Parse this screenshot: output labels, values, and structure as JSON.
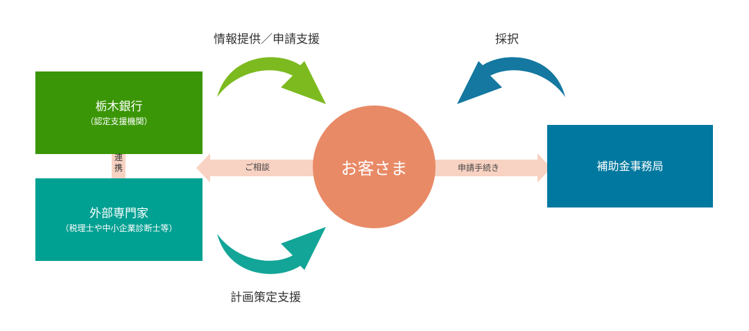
{
  "labels": {
    "info_support": "情報提供／申請支援",
    "adoption": "採択",
    "plan_support": "計画策定支援",
    "consult": "ご相談",
    "application": "申請手続き",
    "link": "連携"
  },
  "nodes": {
    "bank": {
      "title": "栃木銀行",
      "sub": "（認定支援機関）"
    },
    "expert": {
      "title": "外部専門家",
      "sub": "（税理士や中小企業診断士等）"
    },
    "customer": {
      "title": "お客さま"
    },
    "office": {
      "title": "補助金事務局"
    }
  },
  "colors": {
    "bank": "#3a9606",
    "expert": "#00a092",
    "customer": "#e98a67",
    "office": "#00789f",
    "flow_arrow": "#f8d2c2",
    "info_arrow": "#7cba1f",
    "plan_arrow": "#13a597",
    "adopt_arrow": "#1478a0"
  }
}
